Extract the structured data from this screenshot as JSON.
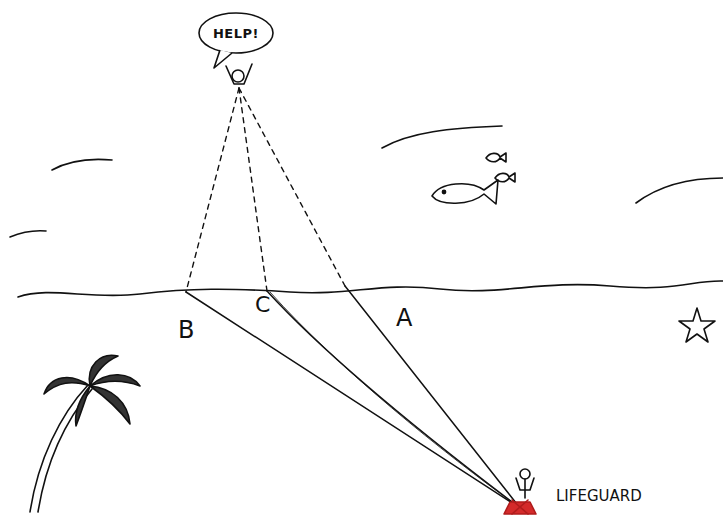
{
  "diagram": {
    "nodes": [
      {
        "text": [
          "HELP!"
        ]
      }
    ],
    "labels": [
      "B",
      "C",
      "A",
      "LIFEGUARD"
    ]
  }
}
